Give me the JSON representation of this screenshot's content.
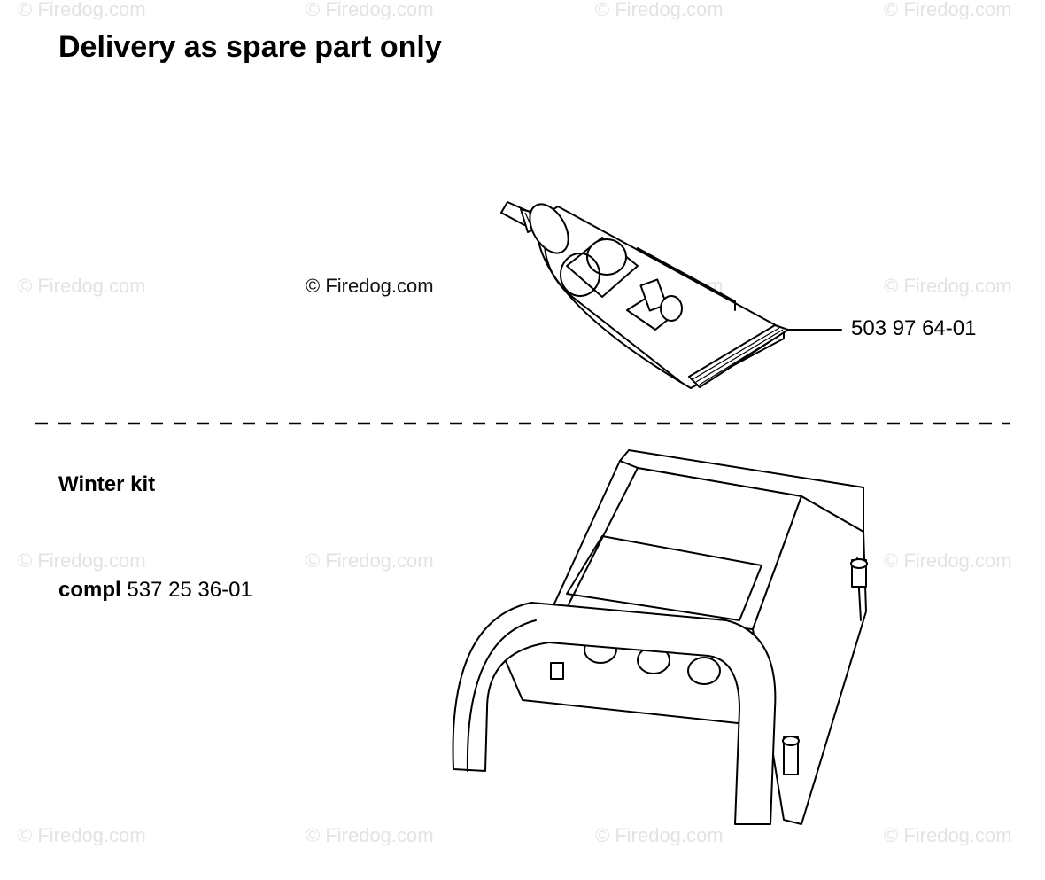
{
  "title": "Delivery as spare part only",
  "watermark": "© Firedog.com",
  "tube_part_number": "503 97 64-01",
  "winter_kit": {
    "heading": "Winter kit",
    "compl_label": "compl",
    "part_number": "537 25 36-01"
  }
}
